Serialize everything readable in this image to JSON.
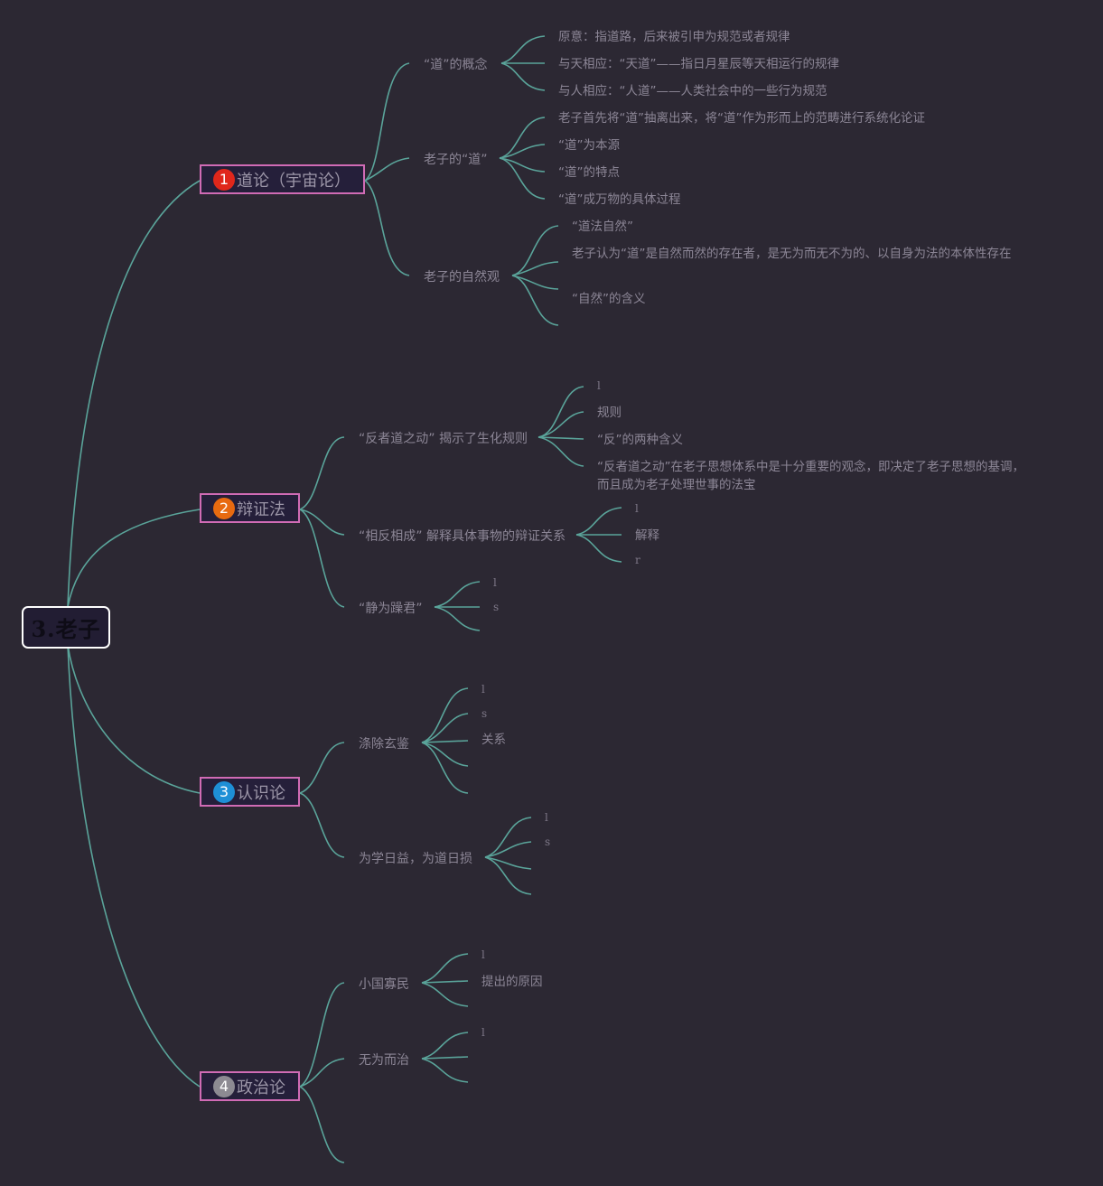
{
  "mindmap": {
    "root": "3.老子",
    "branches": [
      {
        "num": "1",
        "label": "道论（宇宙论）",
        "color": "#e0271b",
        "children": [
          {
            "label": "“道”的概念",
            "leaves": [
              "原意：指道路，后来被引申为规范或者规律",
              "与天相应：“天道”——指日月星辰等天相运行的规律",
              "与人相应：“人道”——人类社会中的一些行为规范"
            ]
          },
          {
            "label": "老子的“道”",
            "leaves": [
              "老子首先将“道”抽离出来，将“道”作为形而上的范畴进行系统化论证",
              "“道”为本源",
              "“道”的特点",
              "“道”成万物的具体过程"
            ]
          },
          {
            "label": "老子的自然观",
            "leaves": [
              "“道法自然”",
              "老子认为“道”是自然而然的存在者，是无为而无不为的、以自身为法的本体性存在",
              "“自然”的含义"
            ]
          }
        ]
      },
      {
        "num": "2",
        "label": "辩证法",
        "color": "#e86a10",
        "children": [
          {
            "label": "“反者道之动” 揭示了生化规则",
            "leaves": [
              "l",
              "规则",
              "“反”的两种含义",
              "“反者道之动”在老子思想体系中是十分重要的观念，即决定了老子思想的基调，而且成为老子处理世事的法宝"
            ]
          },
          {
            "label": "“相反相成” 解释具体事物的辩证关系",
            "leaves": [
              "l",
              "解释",
              "r"
            ]
          },
          {
            "label": "“静为躁君”",
            "leaves": [
              "l",
              "s"
            ]
          }
        ]
      },
      {
        "num": "3",
        "label": "认识论",
        "color": "#1e8fd6",
        "children": [
          {
            "label": "涤除玄鉴",
            "leaves": [
              "l",
              "s",
              "关系"
            ]
          },
          {
            "label": "为学日益，为道日损",
            "leaves": [
              "l",
              "s"
            ]
          }
        ]
      },
      {
        "num": "4",
        "label": "政治论",
        "color": "#8d8a92",
        "children": [
          {
            "label": "小国寡民",
            "leaves": [
              "l",
              "提出的原因"
            ]
          },
          {
            "label": "无为而治",
            "leaves": [
              "l"
            ]
          }
        ]
      }
    ]
  }
}
